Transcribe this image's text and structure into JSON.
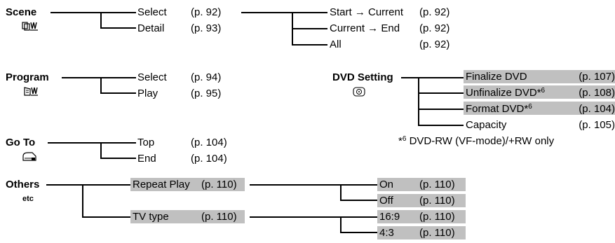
{
  "scene": {
    "title": "Scene",
    "items": [
      {
        "label": "Select",
        "page": "(p. 92)"
      },
      {
        "label": "Detail",
        "page": "(p. 93)"
      }
    ],
    "sub_items": [
      {
        "label": "Start → Current",
        "page": "(p. 92)"
      },
      {
        "label": "Current → End",
        "page": "(p. 92)"
      },
      {
        "label": "All",
        "page": "(p. 92)"
      }
    ]
  },
  "program": {
    "title": "Program",
    "items": [
      {
        "label": "Select",
        "page": "(p. 94)"
      },
      {
        "label": "Play",
        "page": "(p. 95)"
      }
    ]
  },
  "goto": {
    "title": "Go To",
    "items": [
      {
        "label": "Top",
        "page": "(p. 104)"
      },
      {
        "label": "End",
        "page": "(p. 104)"
      }
    ]
  },
  "dvd_setting": {
    "title": "DVD Setting",
    "items": [
      {
        "label": "Finalize DVD",
        "page": "(p. 107)",
        "highlighted": true
      },
      {
        "label": "Unfinalize DVD*",
        "sup": "6",
        "page": "(p. 108)",
        "highlighted": true
      },
      {
        "label": "Format DVD*",
        "sup": "6",
        "page": "(p. 104)",
        "highlighted": true
      },
      {
        "label": "Capacity",
        "page": "(p. 105)",
        "highlighted": false
      }
    ],
    "footnote_mark": "*",
    "footnote_sup": "6",
    "footnote_text": " DVD-RW (VF-mode)/+RW only"
  },
  "others": {
    "title": "Others",
    "icon_text": "etc",
    "items": [
      {
        "label": "Repeat Play",
        "page": "(p. 110)",
        "highlighted": true
      },
      {
        "label": "TV type",
        "page": "(p. 110)",
        "highlighted": true
      }
    ],
    "repeat_options": [
      {
        "label": "On",
        "page": "(p. 110)"
      },
      {
        "label": "Off",
        "page": "(p. 110)"
      }
    ],
    "tv_options": [
      {
        "label": "16:9",
        "page": "(p. 110)"
      },
      {
        "label": "4:3",
        "page": "(p. 110)"
      }
    ]
  },
  "colors": {
    "highlight": "#c0c0c0",
    "line": "#000000",
    "background": "#ffffff"
  },
  "icons": [
    "scene-icon",
    "program-icon",
    "goto-icon",
    "dvd-disc-icon"
  ]
}
